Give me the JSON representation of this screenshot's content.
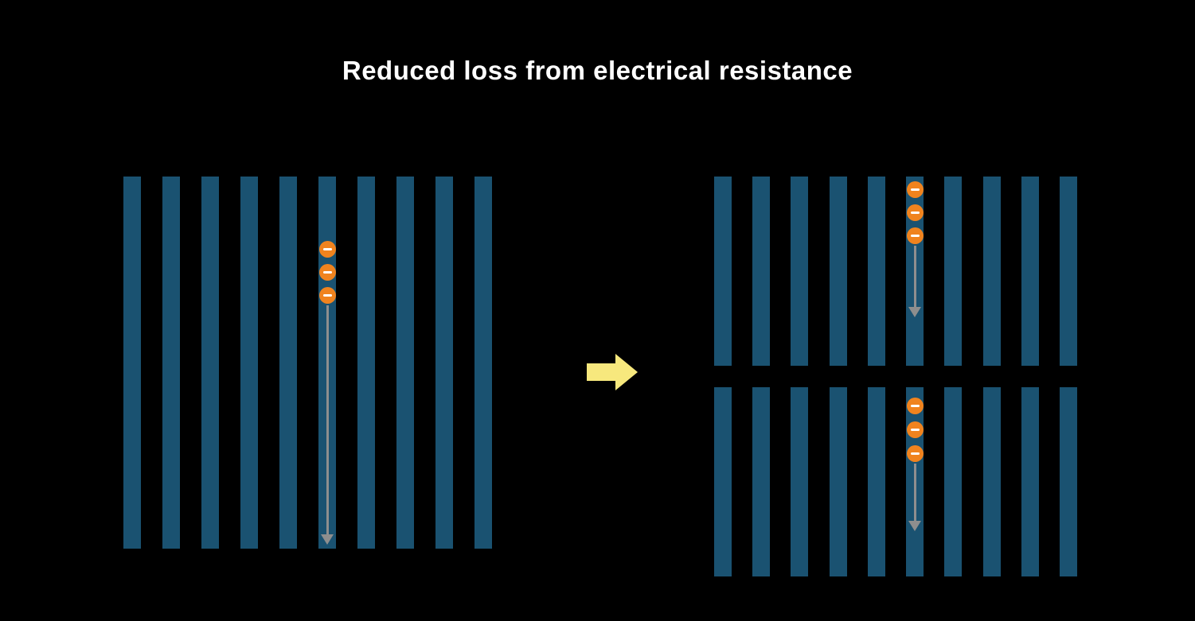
{
  "title": "Reduced loss from electrical resistance",
  "colors": {
    "background": "#000000",
    "title_text": "#ffffff",
    "bar": "#1a5271",
    "electron": "#f0831e",
    "electron_symbol": "#ffffff",
    "flow_arrow": "#8e8e8e",
    "transform_arrow": "#f7e87d"
  },
  "diagram": {
    "left_panel": {
      "name": "full-cell",
      "bar_count": 10,
      "electron_count": 3,
      "electron_bar_index": 5
    },
    "right_top_panel": {
      "name": "half-cut-cell-top",
      "bar_count": 10,
      "electron_count": 3,
      "electron_bar_index": 5
    },
    "right_bottom_panel": {
      "name": "half-cut-cell-bottom",
      "bar_count": 10,
      "electron_count": 3,
      "electron_bar_index": 5
    },
    "transform_arrow_icon": "right-arrow"
  }
}
